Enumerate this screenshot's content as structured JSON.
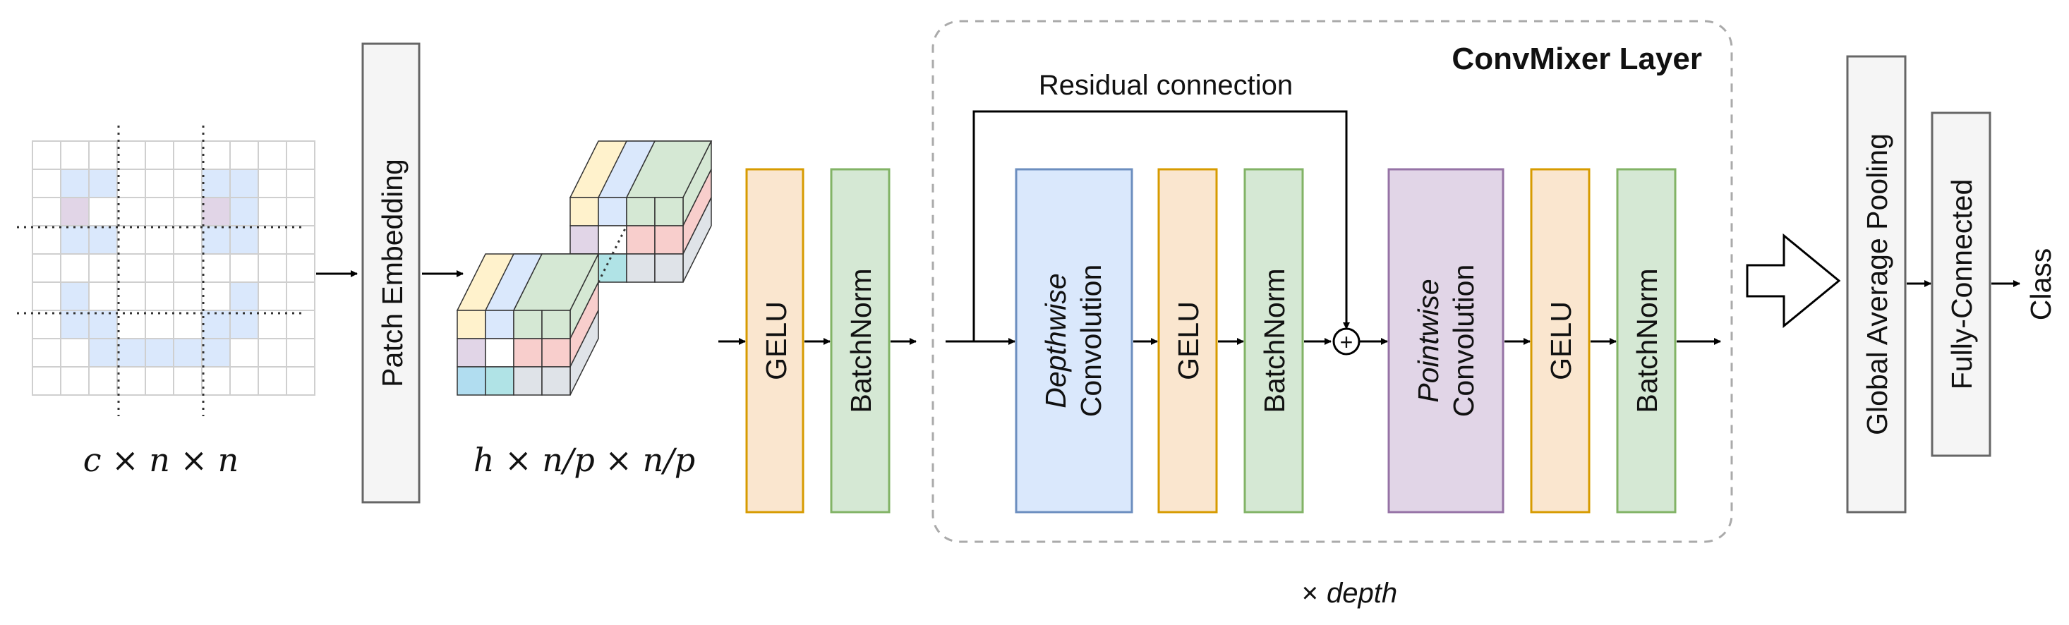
{
  "input": {
    "label": "c × n × n",
    "grid_cols": 10,
    "grid_rows": 9,
    "light_cells": [
      [
        1,
        1
      ],
      [
        2,
        1
      ],
      [
        6,
        1
      ],
      [
        7,
        1
      ],
      [
        1,
        2
      ],
      [
        7,
        2
      ],
      [
        1,
        3
      ],
      [
        2,
        3
      ],
      [
        6,
        3
      ],
      [
        7,
        3
      ],
      [
        1,
        5
      ],
      [
        7,
        5
      ],
      [
        1,
        6
      ],
      [
        2,
        6
      ],
      [
        6,
        6
      ],
      [
        7,
        6
      ],
      [
        2,
        7
      ],
      [
        3,
        7
      ],
      [
        4,
        7
      ],
      [
        5,
        7
      ],
      [
        6,
        7
      ]
    ],
    "purple_cells": [
      [
        1,
        2
      ],
      [
        6,
        2
      ]
    ],
    "colors": {
      "light": "#dae8fc",
      "purple": "#e1d5e7",
      "grid": "#cfcfcf"
    }
  },
  "patch_embedding": {
    "label": "Patch Embedding"
  },
  "patches": {
    "label": "h × n/p × n/p"
  },
  "pre_block": [
    {
      "label": "GELU",
      "fill": "#fae6cf",
      "stroke": "#d79b00"
    },
    {
      "label": "BatchNorm",
      "fill": "#d5e8d4",
      "stroke": "#82b366"
    }
  ],
  "convmixer": {
    "title": "ConvMixer Layer",
    "residual_label": "Residual connection",
    "plus_symbol": "+",
    "depthwise": {
      "italic": "Depthwise",
      "text": "Convolution",
      "fill": "#dae8fc",
      "stroke": "#6c8ebf"
    },
    "gelu1": {
      "label": "GELU",
      "fill": "#fae6cf",
      "stroke": "#d79b00"
    },
    "bn1": {
      "label": "BatchNorm",
      "fill": "#d5e8d4",
      "stroke": "#82b366"
    },
    "pointwise": {
      "italic": "Pointwise",
      "text": "Convolution",
      "fill": "#e1d5e7",
      "stroke": "#9673a6"
    },
    "gelu2": {
      "label": "GELU",
      "fill": "#fae6cf",
      "stroke": "#d79b00"
    },
    "bn2": {
      "label": "BatchNorm",
      "fill": "#d5e8d4",
      "stroke": "#82b366"
    }
  },
  "depth_label": {
    "times": "×",
    "word": "depth"
  },
  "head": {
    "gap": {
      "label": "Global Average Pooling"
    },
    "fc": {
      "label": "Fully-Connected"
    },
    "output": {
      "label": "Class"
    }
  }
}
